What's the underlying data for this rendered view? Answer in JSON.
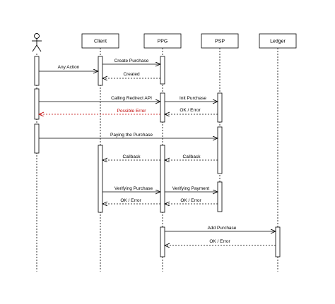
{
  "diagram": {
    "participants": [
      {
        "id": "actor",
        "label": "",
        "type": "actor"
      },
      {
        "id": "client",
        "label": "Client",
        "type": "box"
      },
      {
        "id": "ppg",
        "label": "PPG",
        "type": "box"
      },
      {
        "id": "psp",
        "label": "PSP",
        "type": "box"
      },
      {
        "id": "ledger",
        "label": "Ledger",
        "type": "box"
      }
    ],
    "messages": [
      {
        "from": "actor",
        "to": "client",
        "label": "Any Action",
        "style": "solid",
        "color": "#000000"
      },
      {
        "from": "client",
        "to": "ppg",
        "label": "Create Purchase",
        "style": "solid",
        "color": "#000000"
      },
      {
        "from": "ppg",
        "to": "client",
        "label": "Created",
        "style": "dashed",
        "color": "#000000"
      },
      {
        "from": "actor",
        "to": "ppg",
        "label": "Calling Redirect API",
        "style": "solid",
        "color": "#000000"
      },
      {
        "from": "ppg",
        "to": "psp",
        "label": "Init Purchase",
        "style": "solid",
        "color": "#000000"
      },
      {
        "from": "psp",
        "to": "ppg",
        "label": "OK / Error",
        "style": "dashed",
        "color": "#000000"
      },
      {
        "from": "ppg",
        "to": "actor",
        "label": "Possible Error",
        "style": "dashed",
        "color": "#c00000"
      },
      {
        "from": "actor",
        "to": "psp",
        "label": "Paying the Purchase",
        "style": "solid",
        "color": "#000000"
      },
      {
        "from": "ppg",
        "to": "client",
        "label": "Callback",
        "style": "dashed",
        "color": "#000000"
      },
      {
        "from": "psp",
        "to": "ppg",
        "label": "Callback",
        "style": "dashed",
        "color": "#000000"
      },
      {
        "from": "client",
        "to": "ppg",
        "label": "Verifying Purchase",
        "style": "solid",
        "color": "#000000"
      },
      {
        "from": "ppg",
        "to": "psp",
        "label": "Verifying Payment",
        "style": "solid",
        "color": "#000000"
      },
      {
        "from": "ppg",
        "to": "client",
        "label": "OK / Error",
        "style": "dashed",
        "color": "#000000"
      },
      {
        "from": "psp",
        "to": "ppg",
        "label": "OK / Error",
        "style": "dashed",
        "color": "#000000"
      },
      {
        "from": "ppg",
        "to": "ledger",
        "label": "Add Purchase",
        "style": "solid",
        "color": "#000000"
      },
      {
        "from": "ledger",
        "to": "ppg",
        "label": "OK / Error",
        "style": "dashed",
        "color": "#000000"
      }
    ]
  }
}
